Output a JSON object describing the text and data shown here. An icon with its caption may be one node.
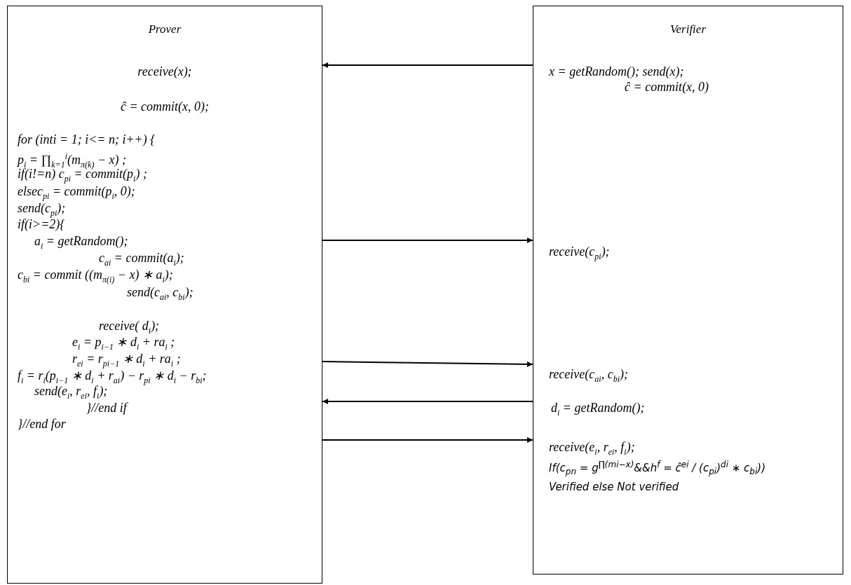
{
  "diagram": {
    "nodes": [
      {
        "text": [
          "Prover",
          "receive(x);",
          "ĉ = commit(x, 0);",
          "for (inti = 1; i<= n; i++) {",
          "p$_{i}$ = ∏$_{k=1}$$^{i}$(m$_{π(k)}$ − x) ;",
          "if(i!=n)  c$_{pi}$ = commit(p$_{i}$) ;",
          "elsec$_{pi}$ = commit(p$_{i}$, 0);",
          "send(c$_{pi}$);",
          "if(i>=2){",
          "a$_{i}$ = getRandom();",
          "c$_{ai}$ = commit(a$_{i}$);",
          "c$_{bi}$ = commit ((m$_{π(i)}$ − x) ∗ a$_{i}$);",
          "send(c$_{ai}$, c$_{bi}$);",
          "receive( d$_{i}$);",
          "e$_{i}$ = p$_{i−1}$ ∗ d$_{i}$ + ra$_{i}$ ;",
          "r$_{ei}$ = r$_{pi−1}$ ∗ d$_{i}$ + ra$_{i}$ ;",
          "f$_{i}$ = r$_{i}$(p$_{i−1}$ ∗ d$_{i}$ + r$_{ai}$) − r$_{pi}$ ∗ d$_{i}$ − r$_{bi}$;",
          "send(e$_{i}$, r$_{ei}$, f$_{i}$);",
          "}//end if",
          "}//end for"
        ]
      },
      {
        "text": [
          "Verifier",
          "x = getRandom(); send(x);",
          "ĉ = commit(x, 0)",
          "receive(c$_{pi}$);",
          "receive(c$_{ai}$, c$_{bi}$);",
          "d$_{i}$ = getRandom();",
          "receive(e$_{i}$, r$_{ei}$, f$_{i}$);",
          "If(c$_{pn}$ = g$^{∏(mi−x)}$&&h$^{f}$ = ĉ$^{ei}$ / (c$_{pi}$)$^{di}$ ∗ c$_{bi}$))",
          "Verified else Not verified"
        ]
      }
    ],
    "edges": [
      {
        "from": 1,
        "to": 0,
        "arrow": "to"
      },
      {
        "from": 0,
        "to": 1,
        "arrow": "to"
      },
      {
        "from": 0,
        "to": 1,
        "arrow": "to"
      },
      {
        "from": 1,
        "to": 0,
        "arrow": "to"
      },
      {
        "from": 0,
        "to": 1,
        "arrow": "to"
      }
    ]
  }
}
